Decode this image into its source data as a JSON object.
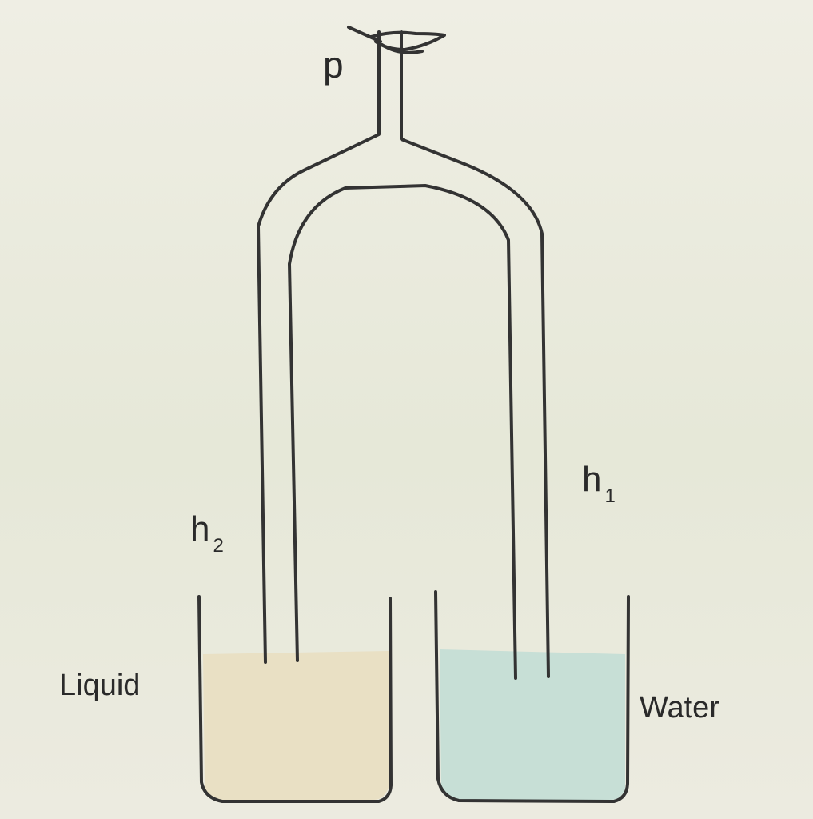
{
  "labels": {
    "p": "p",
    "h1_main": "h",
    "h1_sub": "1",
    "h2_main": "h",
    "h2_sub": "2",
    "liquid": "Liquid",
    "water": "Water"
  },
  "colors": {
    "background": "#ecebdd",
    "liquid_fill": "#e9e0c4",
    "water_fill": "#c7dfd6",
    "outline": "#333333",
    "text": "#2a2a2a"
  }
}
